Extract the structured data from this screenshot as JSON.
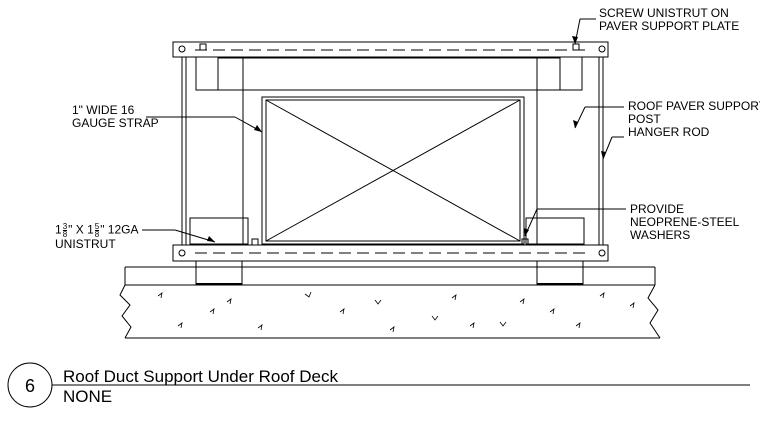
{
  "notes": {
    "screw_line1": "SCREW UNISTRUT ON",
    "screw_line2": "PAVER SUPPORT PLATE",
    "strap_line1": "1\" WIDE 16",
    "strap_line2": "GAUGE STRAP",
    "paver_line1": "ROOF PAVER SUPPORT",
    "paver_line2": "POST",
    "hanger": "HANGER ROD",
    "unistrut_whole": "1",
    "unistrut_frac1_num": "3",
    "unistrut_frac1_den": "8",
    "unistrut_mid": "\" X 1",
    "unistrut_frac2_num": "5",
    "unistrut_frac2_den": "8",
    "unistrut_tail": "\" 12GA",
    "unistrut_line2": "UNISTRUT",
    "washer_line1": "PROVIDE",
    "washer_line2": "NEOPRENE-STEEL",
    "washer_line3": "WASHERS"
  },
  "title_block": {
    "detail_number": "6",
    "title": "Roof Duct Support Under Roof Deck",
    "scale": "NONE"
  }
}
